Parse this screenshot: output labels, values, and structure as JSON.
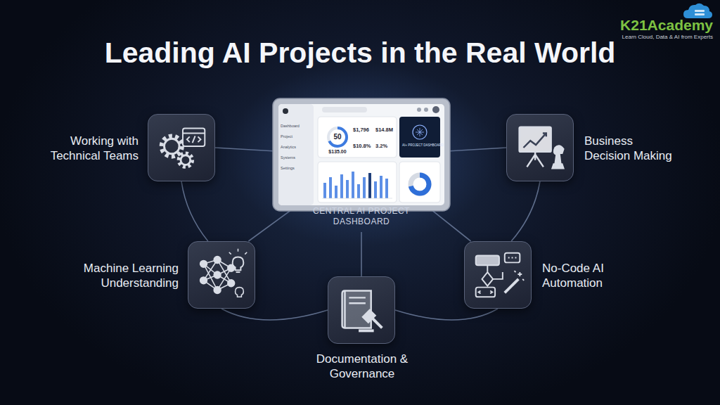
{
  "diagram": {
    "title": "Leading AI Projects in the Real World",
    "nodes": [
      {
        "text": [
          "CENTRAL AI PROJECT DASHBOARD"
        ]
      },
      {
        "text": [
          "Working with Technical Teams"
        ]
      },
      {
        "text": [
          "Business Decision Making"
        ]
      },
      {
        "text": [
          "Machine Learning Understanding"
        ]
      },
      {
        "text": [
          "No-Code AI Automation"
        ]
      },
      {
        "text": [
          "Documentation & Governance"
        ]
      }
    ],
    "edges": [
      {
        "from": 0,
        "to": 1,
        "arrow": "none"
      },
      {
        "from": 0,
        "to": 2,
        "arrow": "none"
      },
      {
        "from": 0,
        "to": 3,
        "arrow": "none"
      },
      {
        "from": 0,
        "to": 4,
        "arrow": "none"
      },
      {
        "from": 0,
        "to": 5,
        "arrow": "none"
      },
      {
        "from": 1,
        "to": 3,
        "arrow": "none"
      },
      {
        "from": 3,
        "to": 5,
        "arrow": "none"
      },
      {
        "from": 5,
        "to": 4,
        "arrow": "none"
      },
      {
        "from": 4,
        "to": 2,
        "arrow": "none"
      }
    ],
    "labels": [
      "K21Academy",
      "Learn Cloud, Data & AI from Experts",
      "Dashboard",
      "Project",
      "Analytics",
      "Systems",
      "Settings",
      "50",
      "$135.00",
      "$1,796",
      "$14.8M",
      "$10.8%",
      "3.2%",
      "AI+ PROJECT DASHBOARD"
    ]
  }
}
